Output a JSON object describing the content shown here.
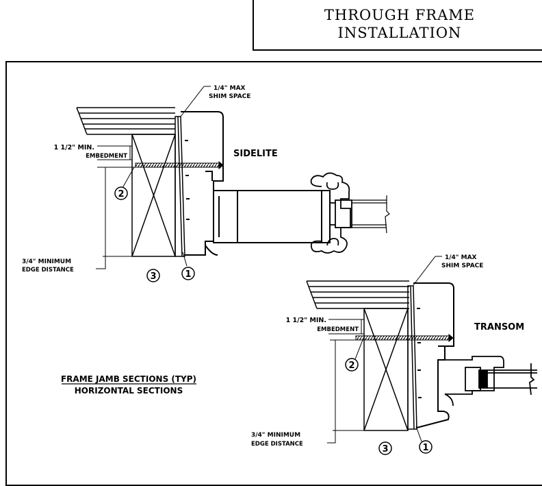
{
  "title": {
    "line1": "THROUGH  FRAME",
    "line2": "INSTALLATION"
  },
  "top_detail": {
    "shim_label_1": "1/4\"  MAX",
    "shim_label_2": "SHIM  SPACE",
    "embed_label_1": "1 1/2\"  MIN.",
    "embed_label_2": "EMBEDMENT",
    "section_label": "SIDELITE",
    "edge_label_1": "3/4\"  MINIMUM",
    "edge_label_2": "EDGE  DISTANCE",
    "callout_1": "1",
    "callout_2": "2",
    "callout_3": "3"
  },
  "bottom_detail": {
    "shim_label_1": "1/4\"  MAX",
    "shim_label_2": "SHIM  SPACE",
    "embed_label_1": "1 1/2\"  MIN.",
    "embed_label_2": "EMBEDMENT",
    "section_label": "TRANSOM",
    "edge_label_1": "3/4\"  MINIMUM",
    "edge_label_2": "EDGE  DISTANCE",
    "callout_1": "1",
    "callout_2": "2",
    "callout_3": "3"
  },
  "caption": {
    "line1": "FRAME  JAMB  SECTIONS  (TYP)",
    "line2": "HORIZONTAL  SECTIONS"
  }
}
